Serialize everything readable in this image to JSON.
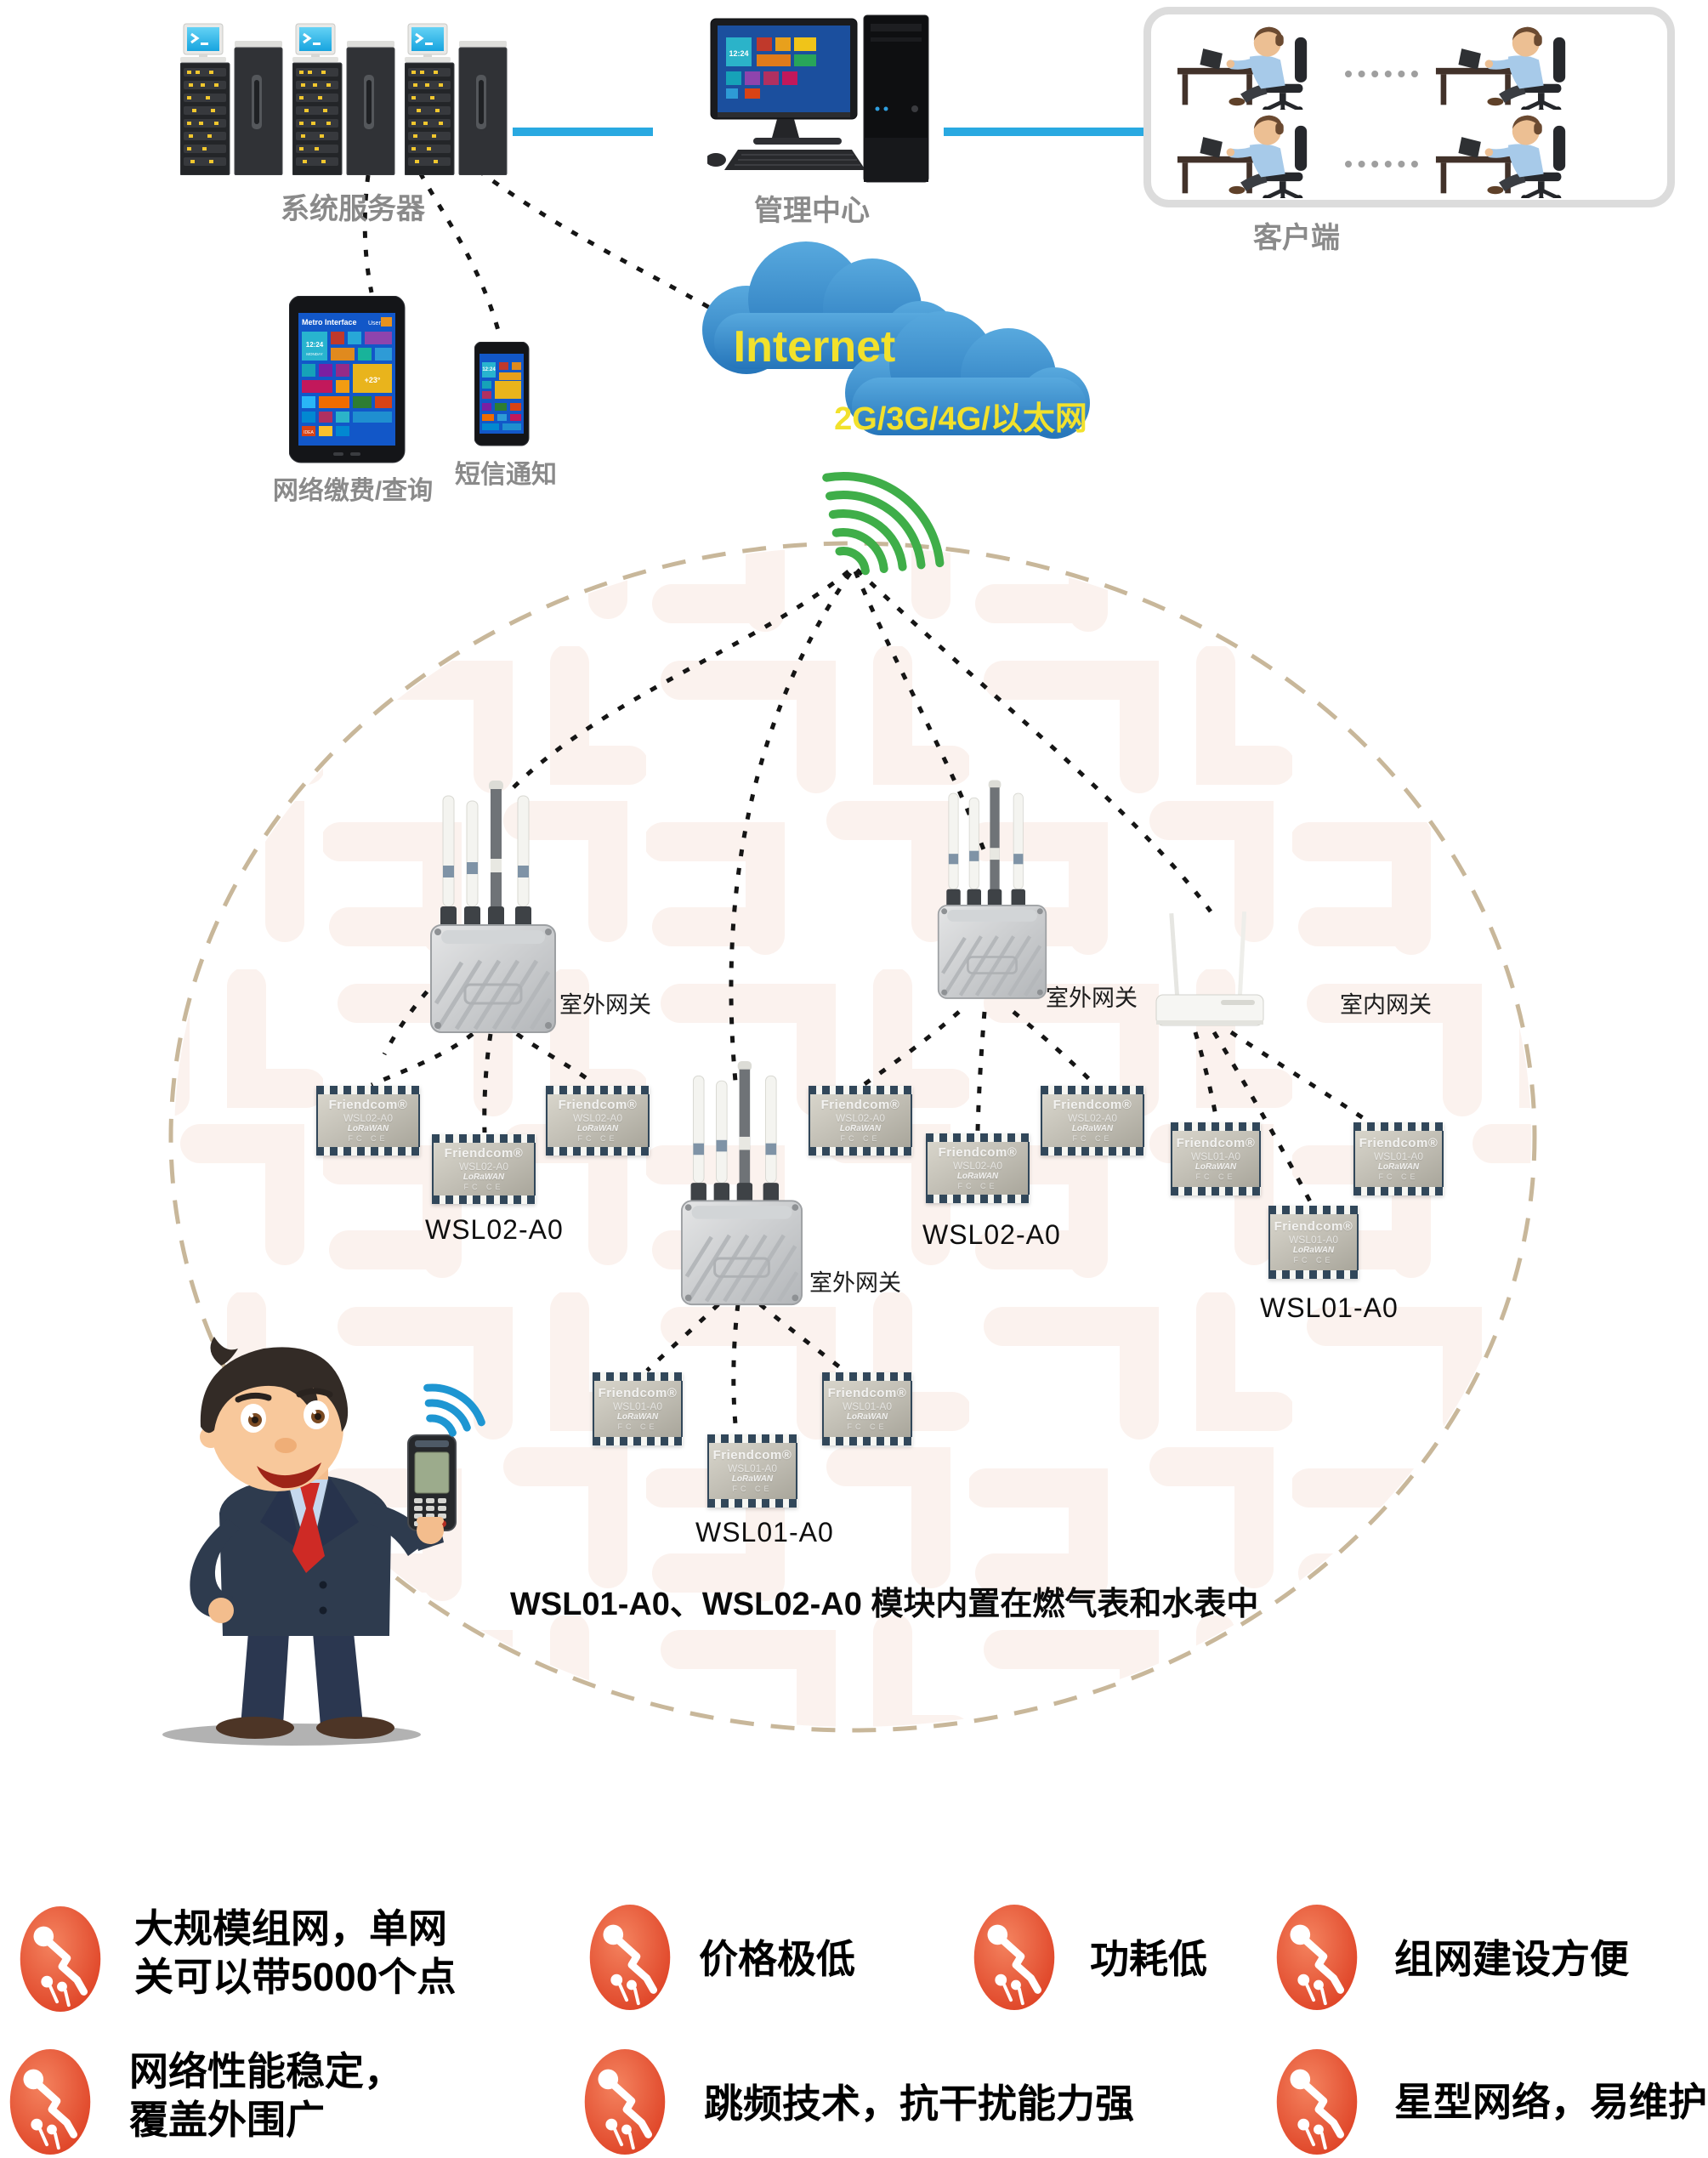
{
  "top": {
    "servers_label": "系统服务器",
    "management_label": "管理中心",
    "clients_label": "客户端",
    "tablet_label": "网络缴费/查询",
    "phone_label": "短信通知"
  },
  "screen": {
    "header": "Metro Interface",
    "user": "User",
    "clock": "12:24",
    "day": "MONDAY",
    "temp": "+23°",
    "idea": "IDEA"
  },
  "cloud": {
    "internet": "Internet",
    "network": "2G/3G/4G/以太网"
  },
  "gateways": {
    "outdoor": "室外网关",
    "indoor": "室内网关"
  },
  "modules": {
    "brand": "Friendcom®",
    "wsl02": "WSL02-A0",
    "wsl01": "WSL01-A0",
    "logo": "LoRaWAN",
    "cert": "FC  CE"
  },
  "group_labels": {
    "left": "WSL02-A0",
    "mid": "WSL02-A0",
    "right": "WSL01-A0",
    "bottom": "WSL01-A0"
  },
  "note": "WSL01-A0、WSL02-A0 模块内置在燃气表和水表中",
  "features": {
    "r1c1a": "大规模组网，单网",
    "r1c1b": "关可以带5000个点",
    "r1c2": "价格极低",
    "r1c3": "功耗低",
    "r1c4": "组网建设方便",
    "r2c1a": "网络性能稳定，",
    "r2c1b": "覆盖外围广",
    "r2c2": "跳频技术，抗干扰能力强",
    "r2c3": "星型网络，易维护"
  },
  "colors": {
    "accent_blue": "#29a9e1",
    "beacon_green": "#3fae49",
    "wifi_blue": "#1e96d2",
    "ellipse_dash": "#c8b79a",
    "cloud_text": "#f2e12c",
    "feature_red": "#e0482a"
  }
}
